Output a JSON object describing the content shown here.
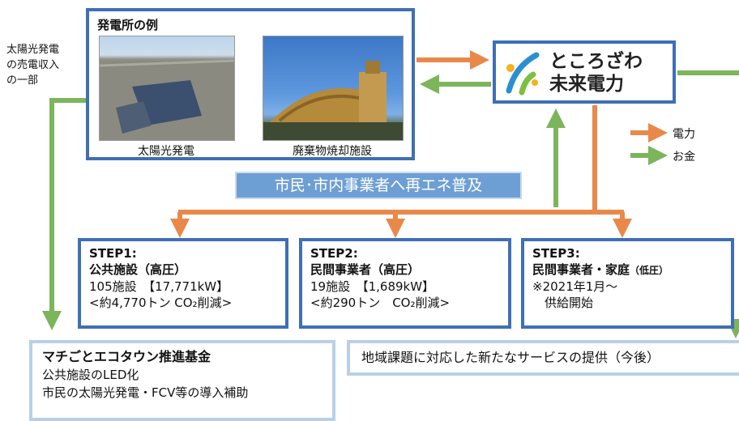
{
  "plants": {
    "title": "発電所の例",
    "solar_caption": "太陽光発電",
    "incinerator_caption": "廃棄物焼却施設"
  },
  "company": {
    "name": "ところざわ\n未来電力"
  },
  "side_note": "太陽光発電\nの売電収入\nの一部",
  "legend": {
    "power": "電力",
    "money": "お金"
  },
  "banner": "市民･市内事業者へ再エネ普及",
  "steps": [
    {
      "title": "STEP1:",
      "subtitle": "公共施設（高圧）",
      "subtitle_small": "",
      "line1": "105施設　【17,771kW】",
      "line2": "<約4,770トン CO₂削減>"
    },
    {
      "title": "STEP2:",
      "subtitle": "民間事業者（高圧）",
      "subtitle_small": "",
      "line1": "19施設　【1,689kW】",
      "line2": "<約290トン　CO₂削減>"
    },
    {
      "title": "STEP3:",
      "subtitle": "民間事業者・家庭",
      "subtitle_small": "（低圧）",
      "line1": "※2021年1月～",
      "line2": "　供給開始"
    }
  ],
  "fund": {
    "title": "マチごとエコタウン推進基金",
    "line1": "公共施設のLED化",
    "line2": "市民の太陽光発電・FCV等の導入補助"
  },
  "service": "地域課題に対応した新たなサービスの提供（今後）",
  "colors": {
    "box_border": "#3f6fb4",
    "power_arrow": "#e8894a",
    "money_arrow": "#7cb55b",
    "banner": "#6e9fd4",
    "light_border": "#b9cfe8"
  }
}
